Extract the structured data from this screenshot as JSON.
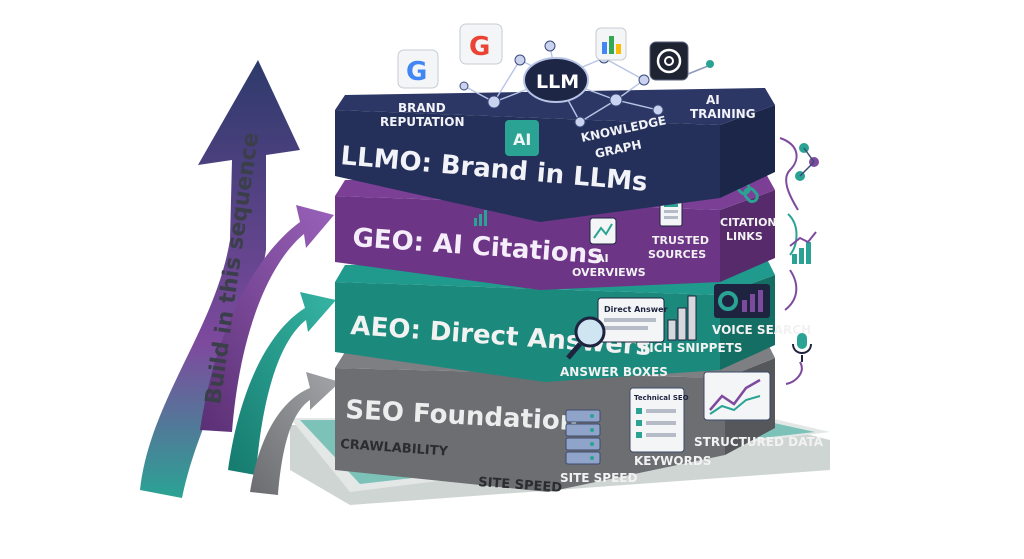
{
  "side_label": "Build in this sequence",
  "layers": [
    {
      "id": "llmo",
      "title": "LLMO: Brand in LLMs",
      "top_color": "#2c3766",
      "front_color": "#243059",
      "side_color": "#1c2649",
      "labels": [
        "BRAND",
        "REPUTATION",
        "KNOWLEDGE",
        "GRAPH",
        "AI",
        "TRAINING"
      ],
      "hub_label": "LLM",
      "ai_badge": "AI",
      "icons": [
        "google-icon",
        "google-icon",
        "gemini-icon",
        "openai-icon"
      ]
    },
    {
      "id": "geo",
      "title": "GEO: AI Citations",
      "top_color": "#7b3f96",
      "front_color": "#6d3586",
      "side_color": "#572a6c",
      "labels": [
        "AI",
        "OVERVIEWS",
        "TRUSTED",
        "SOURCES",
        "CITATION",
        "LINKS"
      ]
    },
    {
      "id": "aeo",
      "title": "AEO: Direct Answers",
      "top_color": "#1f9a8c",
      "front_color": "#1b8a7d",
      "side_color": "#156e64",
      "labels": [
        "ANSWER BOXES",
        "RICH SNIPPETS",
        "VOICE SEARCH"
      ],
      "card_label": "Direct Answer"
    },
    {
      "id": "seo",
      "title": "SEO Foundation",
      "top_color": "#7d7f82",
      "front_color": "#6c6e71",
      "side_color": "#55575a",
      "labels": [
        "CRAWLABILITY",
        "SITE SPEED",
        "SITE SPEED",
        "KEYWORDS",
        "STRUCTURED DATA"
      ],
      "card_label": "Technical SEO"
    }
  ],
  "colors": {
    "arrow_navy": "#2d3a6b",
    "arrow_purple": "#7e4a9e",
    "arrow_teal": "#2aa394",
    "arrow_gray": "#8a8c8f",
    "base": "#dfe3e2",
    "label_dark": "#1e2440",
    "accent_teal": "#2aa394",
    "accent_purple": "#7e4a9e"
  }
}
